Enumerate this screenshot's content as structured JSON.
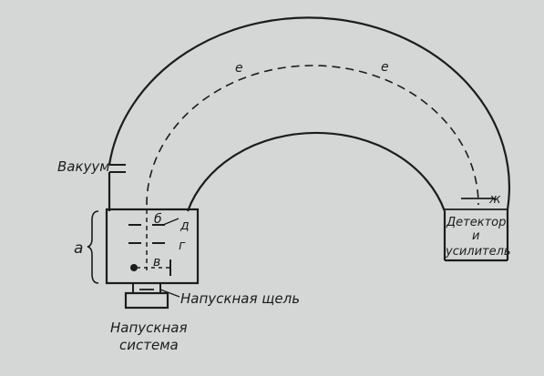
{
  "labels": {
    "vacuum": "Вакуум",
    "a": "а",
    "b": "б",
    "v": "в",
    "g": "г",
    "d": "д",
    "e1": "е",
    "e2": "е",
    "zh": "ж",
    "inlet_slit": "Напускная щель",
    "inlet_system_line1": "Напускная",
    "inlet_system_line2": "система",
    "detector_line1": "Детектор",
    "detector_line2": "и",
    "detector_line3": "усилитель"
  },
  "colors": {
    "background": "#d4d7d6",
    "ink": "#1c1c1c"
  }
}
